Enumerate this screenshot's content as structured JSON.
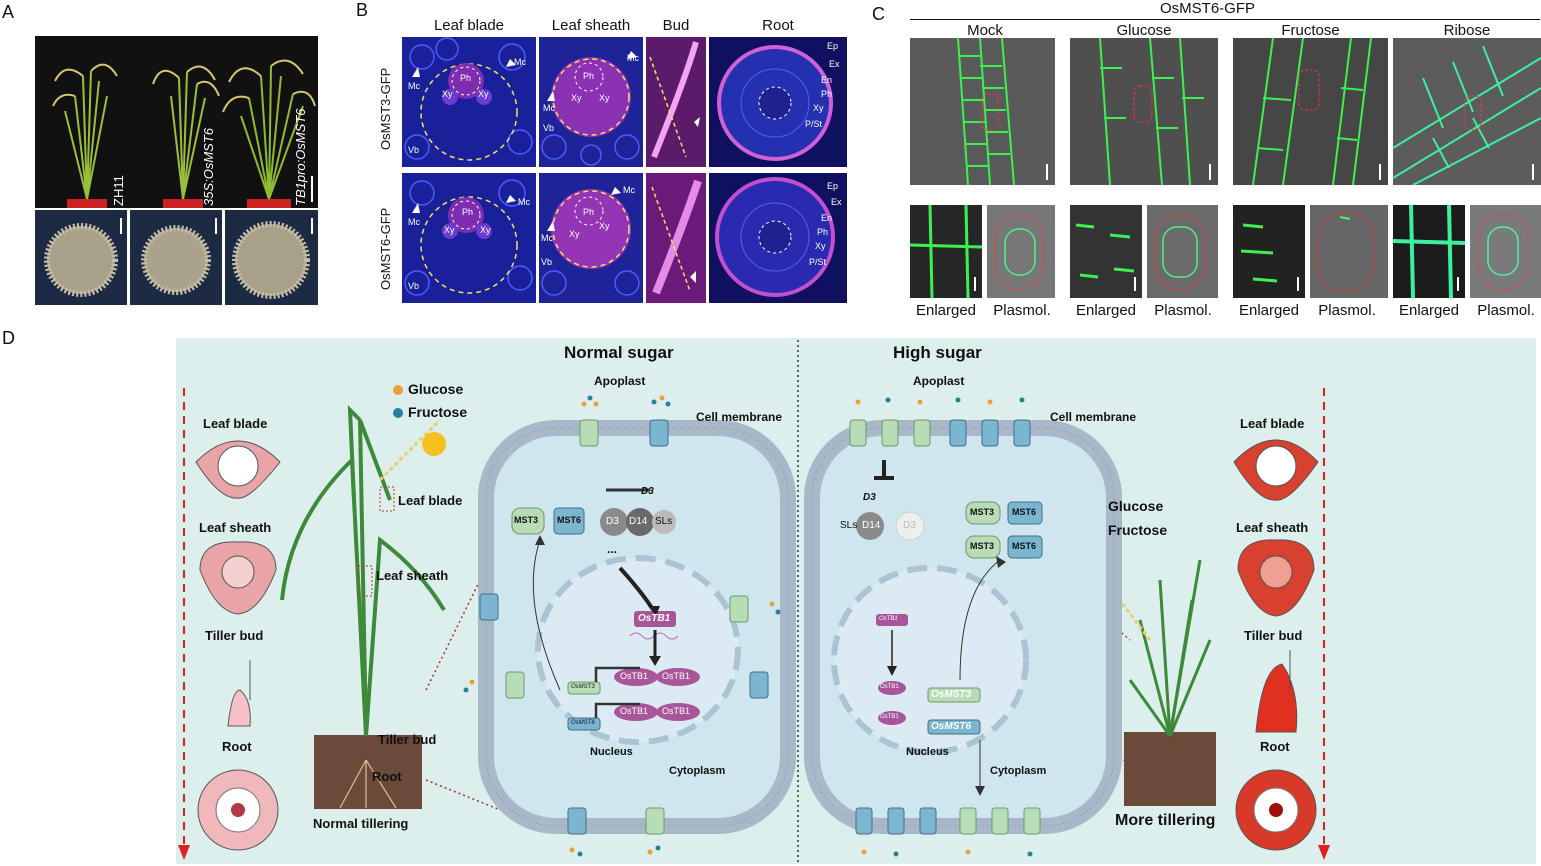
{
  "panels": {
    "A": {
      "label": "A",
      "genotypes": [
        "ZH11",
        "35S:OsMST6",
        "TB1pro:OsMST6"
      ]
    },
    "B": {
      "label": "B",
      "columns": [
        "Leaf blade",
        "Leaf sheath",
        "Bud",
        "Root"
      ],
      "rows": [
        "OsMST3-GFP",
        "OsMST6-GFP"
      ],
      "tissue_labels": {
        "mc": "Mc",
        "ph": "Ph",
        "xy": "Xy",
        "vb": "Vb",
        "ep": "Ep",
        "ex": "Ex",
        "en": "En",
        "pst": "P/St"
      }
    },
    "C": {
      "label": "C",
      "title": "OsMST6-GFP",
      "conditions": [
        "Mock",
        "Glucose",
        "Fructose",
        "Ribose"
      ],
      "sublabels": [
        "Enlarged",
        "Plasmol."
      ]
    },
    "D": {
      "label": "D",
      "normal": {
        "title": "Normal sugar",
        "apoplast": "Apoplast",
        "membrane": "Cell membrane",
        "nucleus": "Nucleus",
        "cytoplasm": "Cytoplasm",
        "mst3": "MST3",
        "mst6": "MST6",
        "d3": "D3",
        "d14": "D14",
        "sls": "SLs",
        "dots": "...",
        "ostb1": "OsTB1",
        "osmst3": "OsMST3",
        "osmst6": "OsMST6",
        "tillering": "Normal tillering"
      },
      "high": {
        "title": "High sugar",
        "apoplast": "Apoplast",
        "membrane": "Cell membrane",
        "nucleus": "Nucleus",
        "cytoplasm": "Cytoplasm",
        "mst3": "MST3",
        "mst6": "MST6",
        "d3": "D3",
        "d14": "D14",
        "sls": "SLs",
        "ostb1": "OsTB1",
        "osmst3": "OsMST3",
        "osmst6": "OsMST6",
        "tillering": "More tillering"
      },
      "legend": {
        "glucose": "Glucose",
        "fructose": "Fructose"
      },
      "tissues": {
        "leaf_blade": "Leaf blade",
        "leaf_sheath": "Leaf sheath",
        "tiller_bud": "Tiller bud",
        "root": "Root"
      },
      "colors": {
        "background": "#dcefec",
        "glucose": "#e8a13a",
        "fructose": "#2a7f9a",
        "mst3": "#b8dcb6",
        "mst6": "#7bb5d0",
        "ostb1": "#a8559a",
        "normal_tissue": "#e8a4a6",
        "high_tissue": "#d84030"
      }
    }
  }
}
